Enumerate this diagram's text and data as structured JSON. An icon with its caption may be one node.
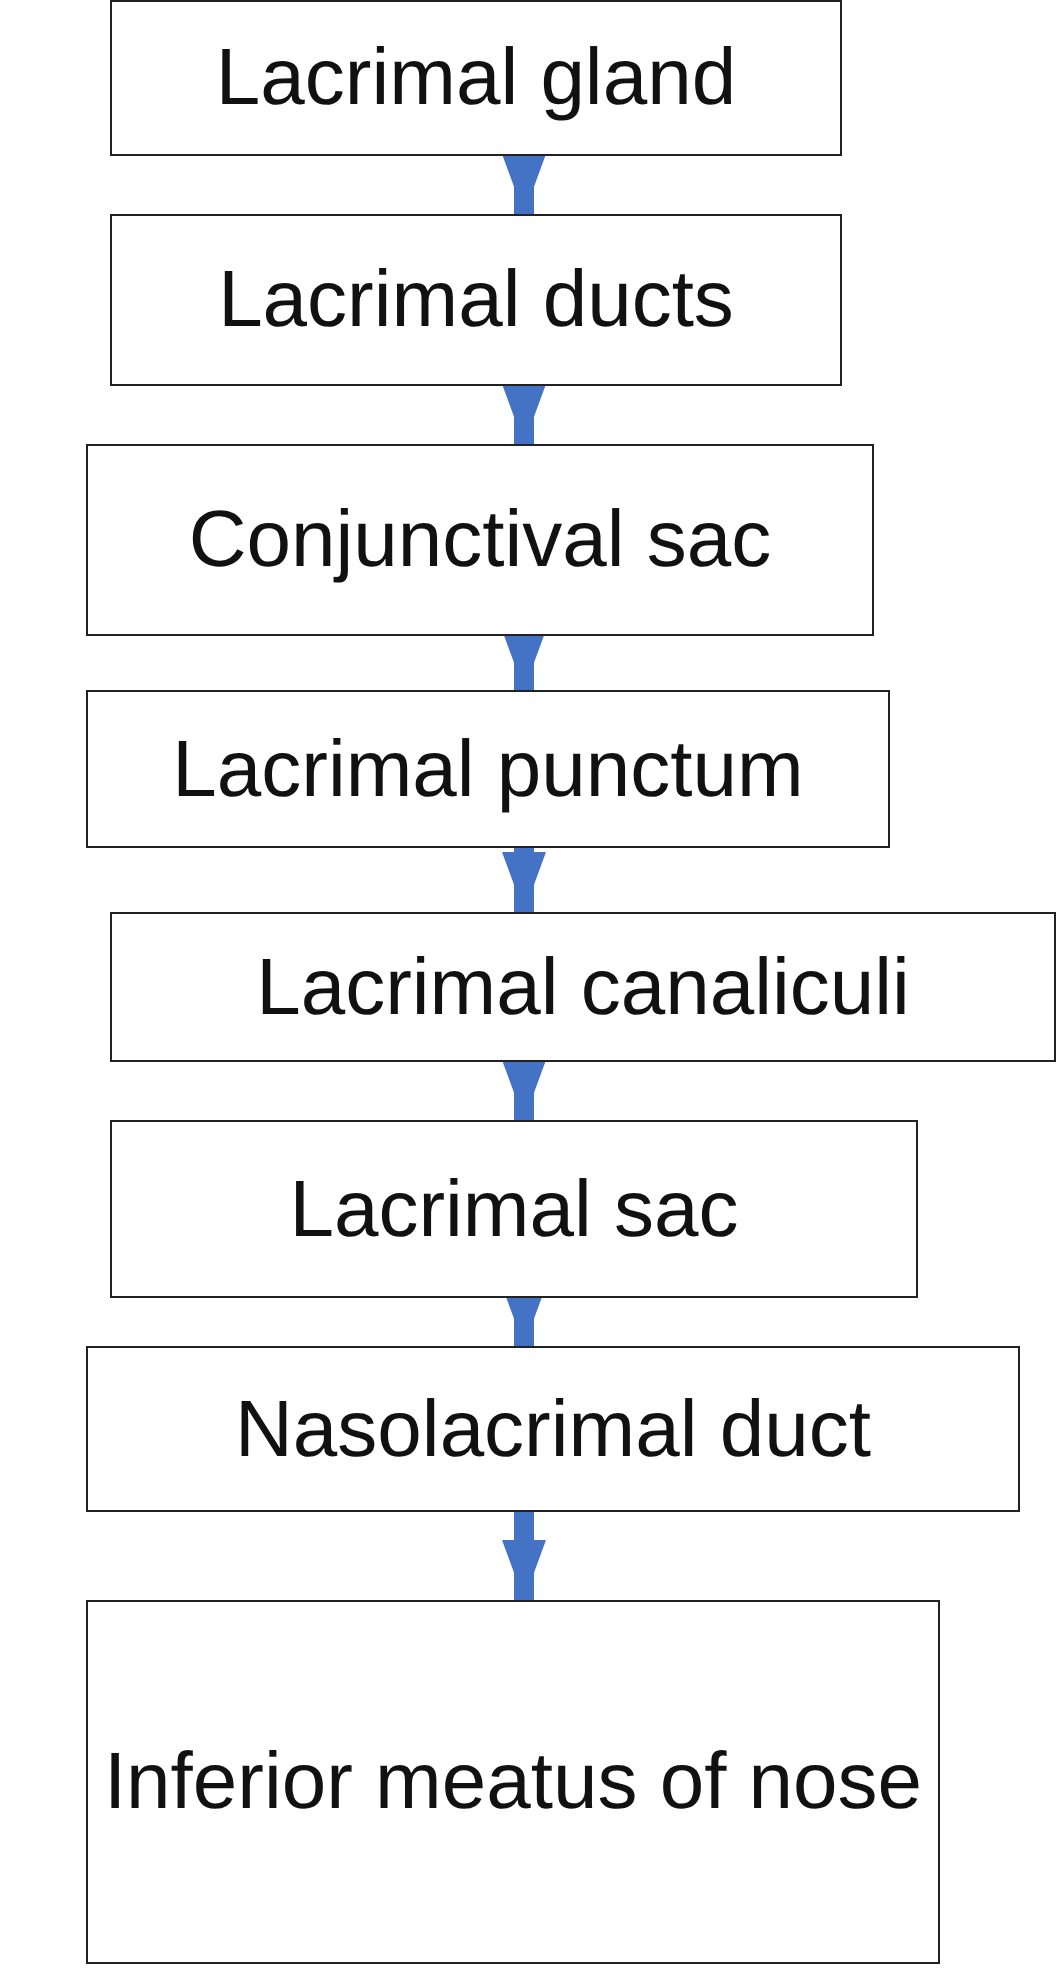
{
  "diagram": {
    "nodes": [
      {
        "text": [
          "Lacrimal gland"
        ]
      },
      {
        "text": [
          "Lacrimal ducts"
        ]
      },
      {
        "text": [
          "Conjunctival sac"
        ]
      },
      {
        "text": [
          "Lacrimal punctum"
        ]
      },
      {
        "text": [
          "Lacrimal canaliculi"
        ]
      },
      {
        "text": [
          "Lacrimal sac"
        ]
      },
      {
        "text": [
          "Nasolacrimal duct"
        ]
      },
      {
        "text": [
          "Inferior meatus of nose"
        ]
      }
    ],
    "edges": [
      {
        "from": 0,
        "to": 1,
        "arrow": "to"
      },
      {
        "from": 1,
        "to": 2,
        "arrow": "to"
      },
      {
        "from": 2,
        "to": 3,
        "arrow": "to"
      },
      {
        "from": 3,
        "to": 4,
        "arrow": "to"
      },
      {
        "from": 4,
        "to": 5,
        "arrow": "to"
      },
      {
        "from": 5,
        "to": 6,
        "arrow": "to"
      },
      {
        "from": 6,
        "to": 7,
        "arrow": "to"
      }
    ]
  }
}
